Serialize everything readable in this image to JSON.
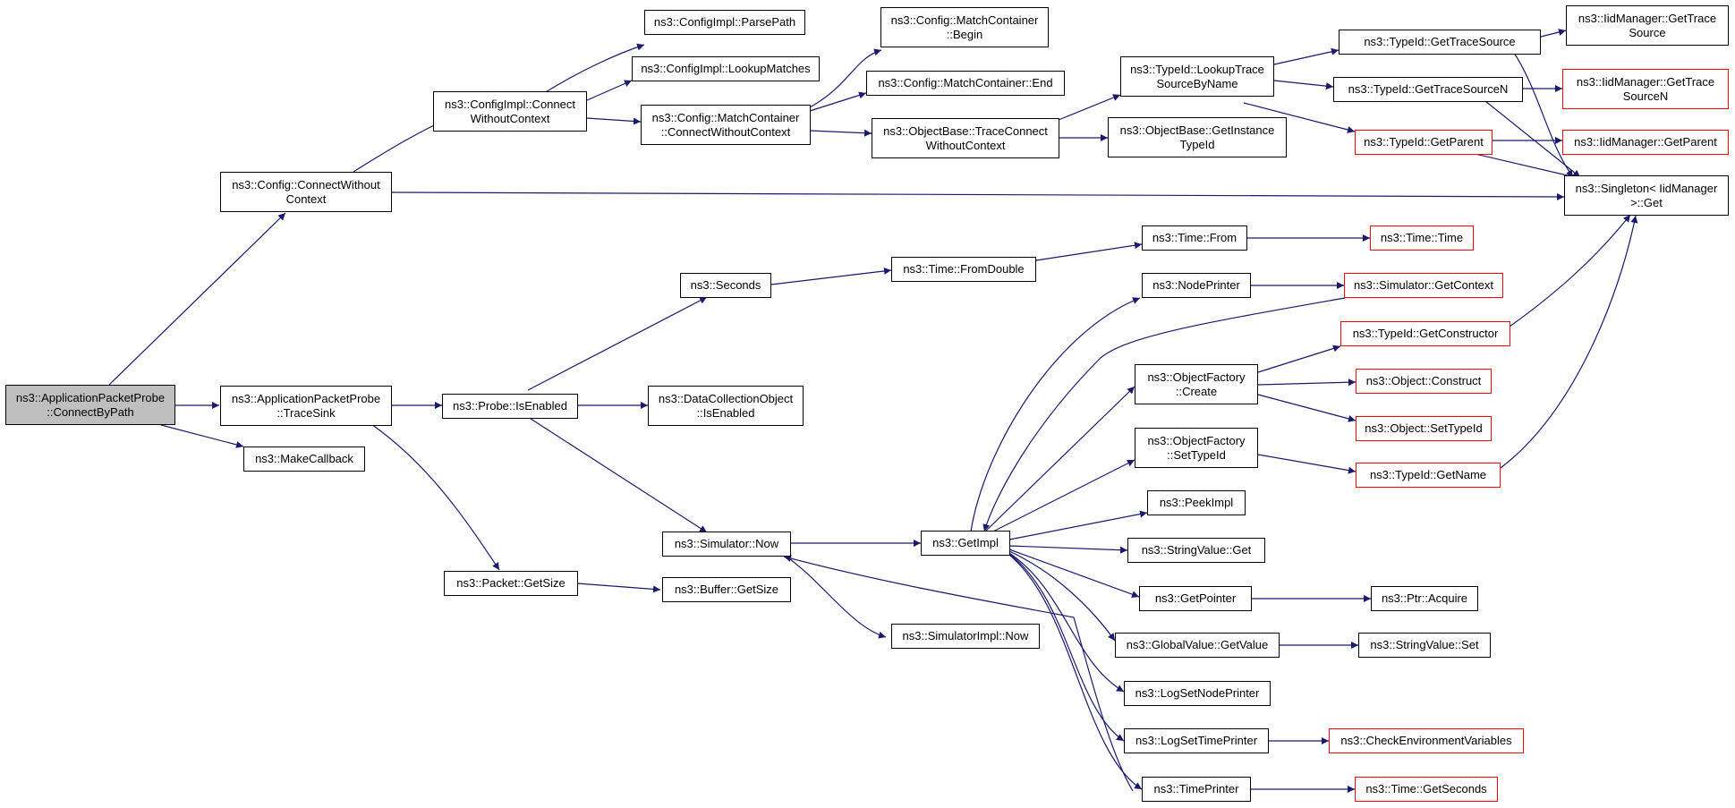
{
  "colors": {
    "edge": "#191970",
    "border": "#000000",
    "truncated_border": "#ff0000",
    "root_fill": "#bfbfbf"
  },
  "nodes": {
    "root": "ns3::ApplicationPacketProbe\n::ConnectByPath",
    "cfg_cwc": "ns3::Config::ConnectWithout\nContext",
    "tracesink": "ns3::ApplicationPacketProbe\n::TraceSink",
    "makecallback": "ns3::MakeCallback",
    "impl_cwc": "ns3::ConfigImpl::Connect\nWithoutContext",
    "parsepath": "ns3::ConfigImpl::ParsePath",
    "lookupmatches": "ns3::ConfigImpl::LookupMatches",
    "mc_cwc": "ns3::Config::MatchContainer\n::ConnectWithoutContext",
    "mc_begin": "ns3::Config::MatchContainer\n::Begin",
    "mc_end": "ns3::Config::MatchContainer::End",
    "ob_tcwc": "ns3::ObjectBase::TraceConnect\nWithoutContext",
    "lookuptrace": "ns3::TypeId::LookupTrace\nSourceByName",
    "getinstance": "ns3::ObjectBase::GetInstance\nTypeId",
    "gettracesource": "ns3::TypeId::GetTraceSource",
    "gettracesourcen": "ns3::TypeId::GetTraceSourceN",
    "getparent": "ns3::TypeId::GetParent",
    "iid_gettracesource": "ns3::IidManager::GetTrace\nSource",
    "iid_gettracesourcen": "ns3::IidManager::GetTrace\nSourceN",
    "iid_getparent": "ns3::IidManager::GetParent",
    "singleton": "ns3::Singleton< IidManager\n>::Get",
    "isenabled": "ns3::Probe::IsEnabled",
    "seconds": "ns3::Seconds",
    "dco_isenabled": "ns3::DataCollectionObject\n::IsEnabled",
    "sim_now": "ns3::Simulator::Now",
    "pkt_getsize": "ns3::Packet::GetSize",
    "buf_getsize": "ns3::Buffer::GetSize",
    "simimpl_now": "ns3::SimulatorImpl::Now",
    "fromdouble": "ns3::Time::FromDouble",
    "time_from": "ns3::Time::From",
    "time_time": "ns3::Time::Time",
    "getimpl": "ns3::GetImpl",
    "nodeprinter": "ns3::NodePrinter",
    "getcontext": "ns3::Simulator::GetContext",
    "of_create": "ns3::ObjectFactory\n::Create",
    "getconstructor": "ns3::TypeId::GetConstructor",
    "obj_construct": "ns3::Object::Construct",
    "obj_settypeid": "ns3::Object::SetTypeId",
    "of_settypeid": "ns3::ObjectFactory\n::SetTypeId",
    "getname": "ns3::TypeId::GetName",
    "peekimpl": "ns3::PeekImpl",
    "sv_get": "ns3::StringValue::Get",
    "getpointer": "ns3::GetPointer",
    "ptr_acquire": "ns3::Ptr::Acquire",
    "gv_getvalue": "ns3::GlobalValue::GetValue",
    "sv_set": "ns3::StringValue::Set",
    "lognodeprinter": "ns3::LogSetNodePrinter",
    "logtimeprinter": "ns3::LogSetTimePrinter",
    "checkenv": "ns3::CheckEnvironmentVariables",
    "timeprinter": "ns3::TimePrinter",
    "getseconds": "ns3::Time::GetSeconds"
  }
}
